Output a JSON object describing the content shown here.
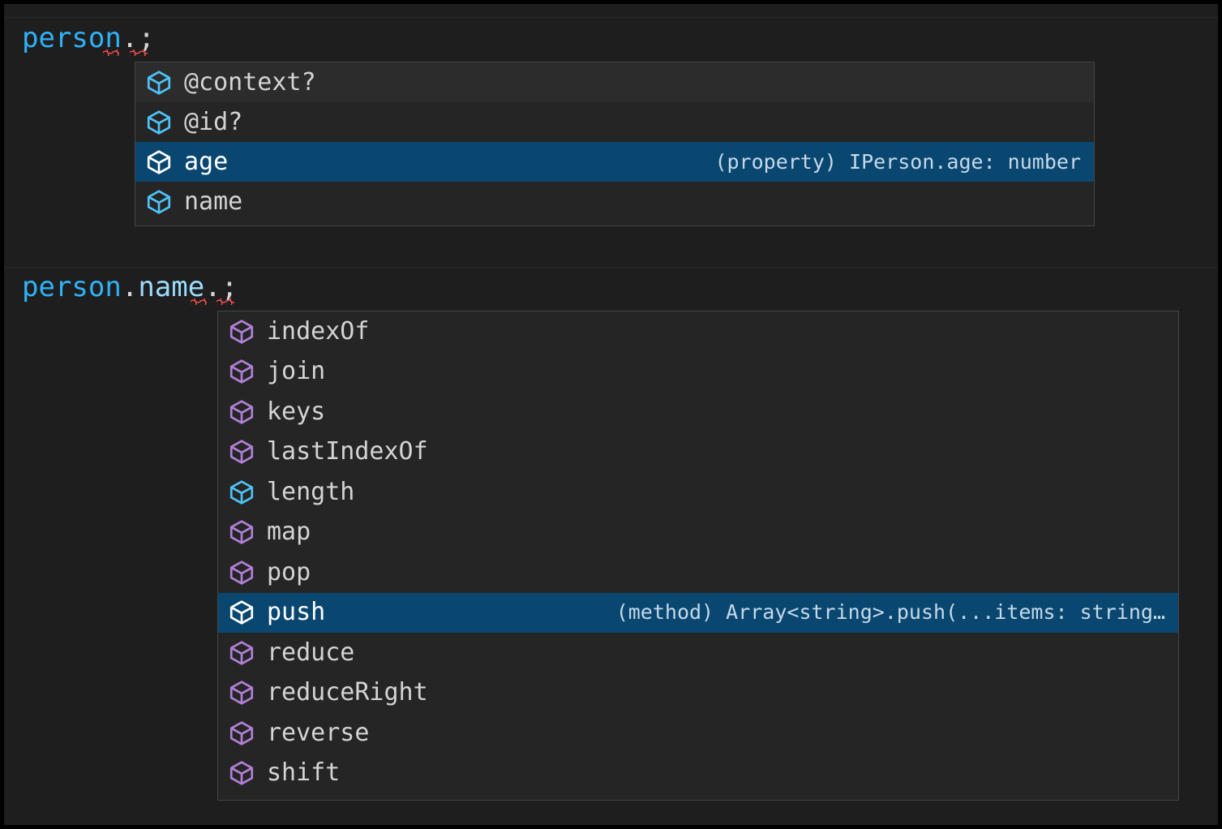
{
  "editor": {
    "background": "#1e1e1e",
    "lines": [
      {
        "id": "line-1",
        "segments": [
          {
            "text": "person",
            "kind": "identifier"
          },
          {
            "text": ".",
            "kind": "punctuation"
          },
          {
            "text": ";",
            "kind": "punctuation"
          }
        ],
        "full_text": "person.;"
      },
      {
        "id": "line-2",
        "segments": [
          {
            "text": "person",
            "kind": "identifier"
          },
          {
            "text": ".",
            "kind": "punctuation"
          },
          {
            "text": "name",
            "kind": "property"
          },
          {
            "text": ".",
            "kind": "punctuation"
          },
          {
            "text": ";",
            "kind": "punctuation"
          }
        ],
        "full_text": "person.name.;"
      }
    ]
  },
  "colors": {
    "editor_background": "#1e1e1e",
    "widget_background": "#252526",
    "widget_border": "#454545",
    "selection_blue": "#094771",
    "hover_gray": "#2c2c2d",
    "identifier_blue": "#2fb2f7",
    "property_blue": "#9cdcfe",
    "punctuation": "#d4d4d4",
    "error_squiggle_red": "#f14c4c",
    "icon_property_blue": "#4ec3f7",
    "icon_method_purple": "#b180d7",
    "icon_selected_white": "#ffffff"
  },
  "suggest_widgets": [
    {
      "id": "suggest-widget-person",
      "for_expression": "person.",
      "items": [
        {
          "label": "@context?",
          "icon": "property-cube-icon",
          "icon_kind": "property",
          "state": "hovered",
          "detail": ""
        },
        {
          "label": "@id?",
          "icon": "property-cube-icon",
          "icon_kind": "property",
          "state": "normal",
          "detail": ""
        },
        {
          "label": "age",
          "icon": "property-cube-icon",
          "icon_kind": "property",
          "state": "selected",
          "detail": "(property) IPerson.age: number"
        },
        {
          "label": "name",
          "icon": "property-cube-icon",
          "icon_kind": "property",
          "state": "normal",
          "detail": ""
        }
      ]
    },
    {
      "id": "suggest-widget-person-name",
      "for_expression": "person.name.",
      "items": [
        {
          "label": "indexOf",
          "icon": "method-cube-icon",
          "icon_kind": "method",
          "state": "normal",
          "detail": ""
        },
        {
          "label": "join",
          "icon": "method-cube-icon",
          "icon_kind": "method",
          "state": "normal",
          "detail": ""
        },
        {
          "label": "keys",
          "icon": "method-cube-icon",
          "icon_kind": "method",
          "state": "normal",
          "detail": ""
        },
        {
          "label": "lastIndexOf",
          "icon": "method-cube-icon",
          "icon_kind": "method",
          "state": "normal",
          "detail": ""
        },
        {
          "label": "length",
          "icon": "property-cube-icon",
          "icon_kind": "property",
          "state": "normal",
          "detail": ""
        },
        {
          "label": "map",
          "icon": "method-cube-icon",
          "icon_kind": "method",
          "state": "normal",
          "detail": ""
        },
        {
          "label": "pop",
          "icon": "method-cube-icon",
          "icon_kind": "method",
          "state": "normal",
          "detail": ""
        },
        {
          "label": "push",
          "icon": "method-cube-icon",
          "icon_kind": "method",
          "state": "selected",
          "detail": "(method) Array<string>.push(...items: string…"
        },
        {
          "label": "reduce",
          "icon": "method-cube-icon",
          "icon_kind": "method",
          "state": "normal",
          "detail": ""
        },
        {
          "label": "reduceRight",
          "icon": "method-cube-icon",
          "icon_kind": "method",
          "state": "normal",
          "detail": ""
        },
        {
          "label": "reverse",
          "icon": "method-cube-icon",
          "icon_kind": "method",
          "state": "normal",
          "detail": ""
        },
        {
          "label": "shift",
          "icon": "method-cube-icon",
          "icon_kind": "method",
          "state": "normal",
          "detail": ""
        }
      ]
    }
  ]
}
